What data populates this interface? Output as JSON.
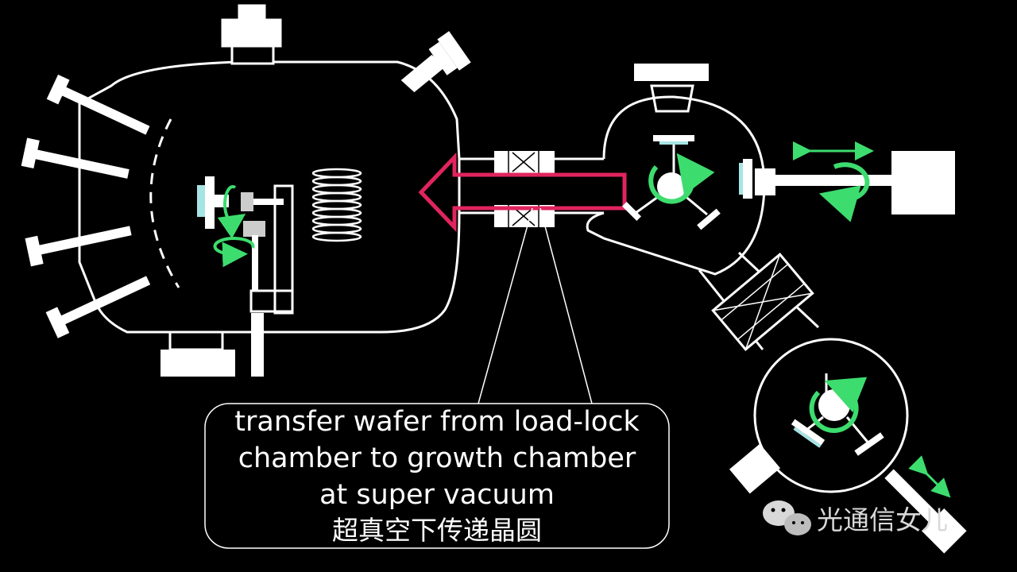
{
  "callout": {
    "line1": "transfer wafer from load-lock",
    "line2": "chamber to growth chamber",
    "line3": "at super vacuum",
    "line4": "超真空下传递晶圆"
  },
  "watermark": {
    "text": "光通信女儿",
    "icon": "wechat-icon"
  },
  "colors": {
    "background": "#000000",
    "outline": "#ffffff",
    "arrow": "#e0245e",
    "rotation": "#3ddc6e",
    "window": "#a6e4e4"
  },
  "icons": [
    "transfer-arrow-icon",
    "rotation-arrow-icon",
    "heater-coil-icon",
    "gate-valve-icon",
    "linear-motion-icon"
  ]
}
